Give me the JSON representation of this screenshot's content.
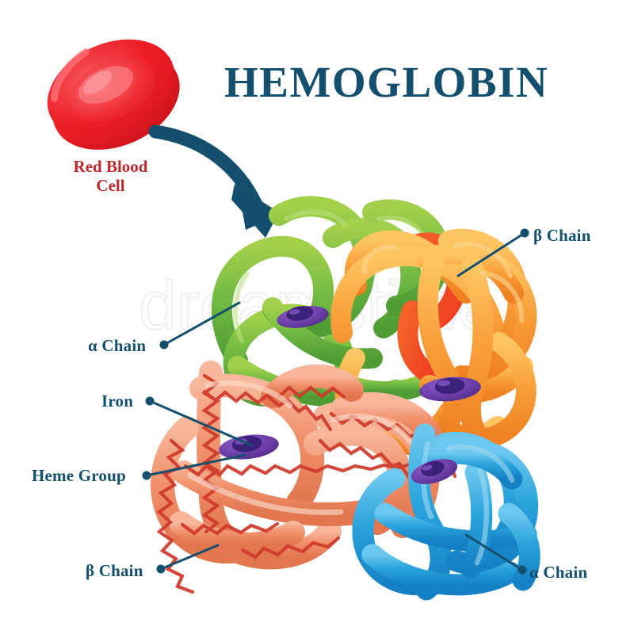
{
  "figure": {
    "title": "HEMOGLOBIN",
    "title_color": "#14506d",
    "background": "#ffffff",
    "watermark": "dreamstime"
  },
  "red_blood_cell": {
    "label": "Red Blood Cell",
    "label_line1": "Red Blood",
    "label_line2": "Cell",
    "label_color": "#bf282d",
    "fill_dark": "#d1191f",
    "fill_mid": "#ed1c24",
    "fill_light": "#f0474d"
  },
  "arrow": {
    "name": "curved-arrow",
    "color": "#14506d"
  },
  "labels": [
    {
      "id": "alpha-chain-top",
      "text": "α Chain",
      "color": "#14506d"
    },
    {
      "id": "iron",
      "text": "Iron",
      "color": "#14506d"
    },
    {
      "id": "heme-group",
      "text": "Heme Group",
      "color": "#14506d"
    },
    {
      "id": "beta-chain-top",
      "text": "β Chain",
      "color": "#14506d"
    },
    {
      "id": "beta-chain-bottom",
      "text": "β Chain",
      "color": "#14506d"
    },
    {
      "id": "alpha-chain-bottom",
      "text": "α Chain",
      "color": "#14506d"
    }
  ],
  "subunits": [
    {
      "id": "green-chain",
      "label": "α Chain",
      "position": "top-left",
      "color": "#6eb945",
      "color_light": "#9ccc4e",
      "heme": "purple"
    },
    {
      "id": "orange-chain",
      "label": "β Chain",
      "position": "top-right",
      "color": "#f9a03c",
      "color_light": "#fdc15b",
      "heme": "purple"
    },
    {
      "id": "salmon-chain",
      "label": "β Chain",
      "position": "bottom-left",
      "color": "#f0906b",
      "color_light": "#f6b296",
      "helix_color": "#cf3a2b",
      "heme": "purple"
    },
    {
      "id": "blue-chain",
      "label": "α Chain",
      "position": "bottom-right",
      "color": "#27a2db",
      "color_light": "#69c5ec",
      "heme": "purple"
    }
  ],
  "heme_groups": {
    "count": 4,
    "color": "#6d3fa8",
    "iron_color": "#3c2178",
    "description": "purple disc with central iron atom"
  }
}
